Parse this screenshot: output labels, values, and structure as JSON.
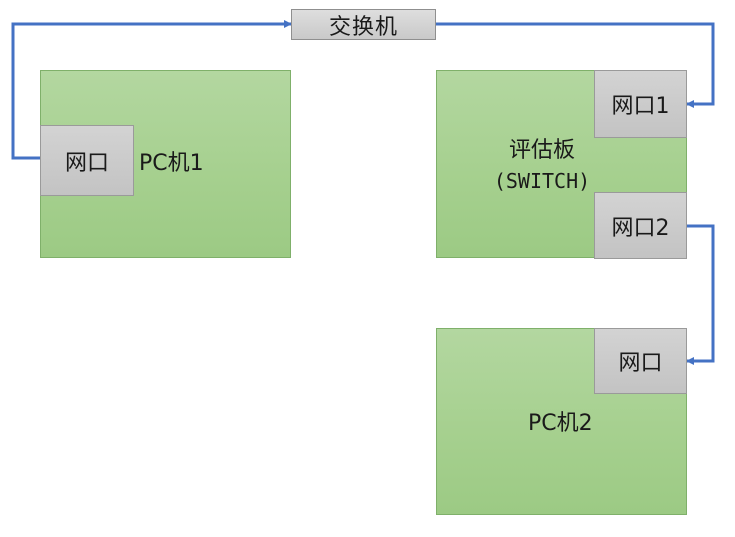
{
  "switch": {
    "label": "交换机"
  },
  "pc1": {
    "label": "PC机1",
    "port_label": "网口"
  },
  "board": {
    "label_line1": "评估板",
    "label_line2": "(SWITCH)",
    "port1_label": "网口1",
    "port2_label": "网口2"
  },
  "pc2": {
    "label": "PC机2",
    "port_label": "网口"
  },
  "colors": {
    "link": "#4472c4",
    "box_fill": "#a9d18e",
    "port_fill": "#c9c9c9"
  }
}
